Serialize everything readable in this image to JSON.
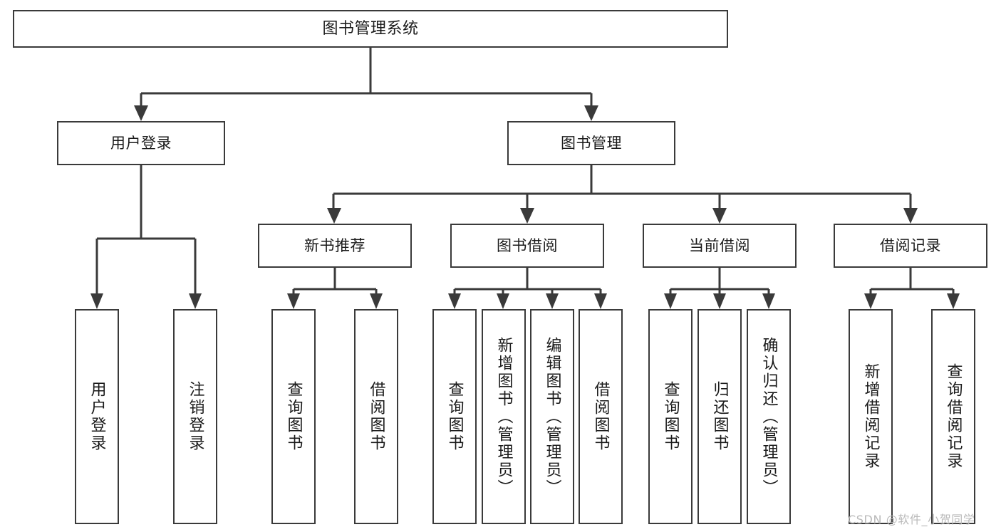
{
  "diagram": {
    "title": "图书管理系统",
    "type": "tree-hierarchy-chart",
    "stroke_color": "#3a3a3a",
    "background_color": "#ffffff",
    "levels": {
      "root": {
        "label": "图书管理系统"
      },
      "level2": [
        {
          "label": "用户登录"
        },
        {
          "label": "图书管理"
        }
      ],
      "level3": [
        {
          "label": "新书推荐"
        },
        {
          "label": "图书借阅"
        },
        {
          "label": "当前借阅"
        },
        {
          "label": "借阅记录"
        }
      ]
    },
    "leaves": {
      "user_login": [
        {
          "label": "用户登录"
        },
        {
          "label": "注销登录"
        }
      ],
      "new_book_recommend": [
        {
          "label": "查询图书"
        },
        {
          "label": "借阅图书"
        }
      ],
      "book_borrow": [
        {
          "label": "查询图书"
        },
        {
          "label": "新增图书（管理员）"
        },
        {
          "label": "编辑图书（管理员）"
        },
        {
          "label": "借阅图书"
        }
      ],
      "current_borrow": [
        {
          "label": "查询图书"
        },
        {
          "label": "归还图书"
        },
        {
          "label": "确认归还（管理员）"
        }
      ],
      "borrow_record": [
        {
          "label": "新增借阅记录"
        },
        {
          "label": "查询借阅记录"
        }
      ]
    }
  },
  "watermark": {
    "text": "CSDN @软件_小贺同学"
  }
}
